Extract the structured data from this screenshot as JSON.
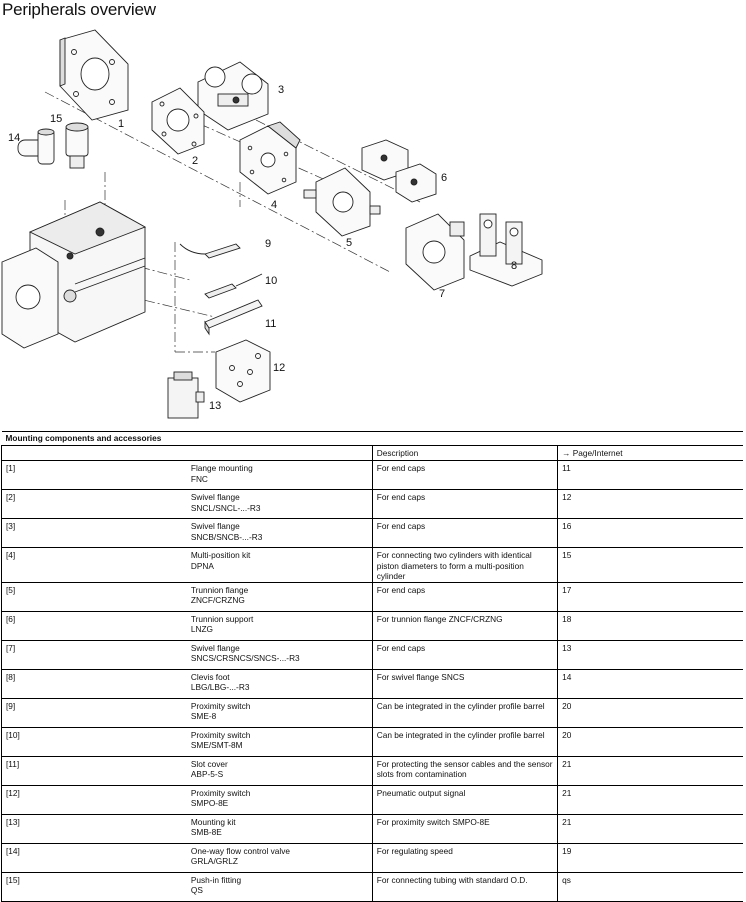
{
  "page": {
    "title": "Peripherals overview"
  },
  "diagram": {
    "callouts": [
      "1",
      "2",
      "3",
      "4",
      "5",
      "6",
      "7",
      "8",
      "9",
      "10",
      "11",
      "12",
      "13",
      "14",
      "15"
    ]
  },
  "table": {
    "caption": "Mounting components and accessories",
    "headers": {
      "description": "Description",
      "page": "→ Page/Internet"
    },
    "rows": [
      {
        "num": "[1]",
        "name": "Flange mounting",
        "code": "FNC",
        "description": "For end caps",
        "page": "11"
      },
      {
        "num": "[2]",
        "name": "Swivel flange",
        "code": "SNCL/SNCL-...-R3",
        "description": "For end caps",
        "page": "12"
      },
      {
        "num": "[3]",
        "name": "Swivel flange",
        "code": "SNCB/SNCB-...-R3",
        "description": "For end caps",
        "page": "16"
      },
      {
        "num": "[4]",
        "name": "Multi-position kit",
        "code": "DPNA",
        "description": "For connecting two cylinders with identical piston diameters to form a multi-position cylinder",
        "page": "15"
      },
      {
        "num": "[5]",
        "name": "Trunnion flange",
        "code": "ZNCF/CRZNG",
        "description": "For end caps",
        "page": "17"
      },
      {
        "num": "[6]",
        "name": "Trunnion support",
        "code": "LNZG",
        "description": "For trunnion flange ZNCF/CRZNG",
        "page": "18"
      },
      {
        "num": "[7]",
        "name": "Swivel flange",
        "code": "SNCS/CRSNCS/SNCS-...-R3",
        "description": "For end caps",
        "page": "13"
      },
      {
        "num": "[8]",
        "name": "Clevis foot",
        "code": "LBG/LBG-...-R3",
        "description": "For swivel flange SNCS",
        "page": "14"
      },
      {
        "num": "[9]",
        "name": "Proximity switch",
        "code": "SME-8",
        "description": "Can be integrated in the cylinder profile barrel",
        "page": "20"
      },
      {
        "num": "[10]",
        "name": "Proximity switch",
        "code": "SME/SMT-8M",
        "description": "Can be integrated in the cylinder profile barrel",
        "page": "20"
      },
      {
        "num": "[11]",
        "name": "Slot cover",
        "code": "ABP-5-S",
        "description": "For protecting the sensor cables and the sensor slots from contamination",
        "page": "21"
      },
      {
        "num": "[12]",
        "name": "Proximity switch",
        "code": "SMPO-8E",
        "description": "Pneumatic output signal",
        "page": "21"
      },
      {
        "num": "[13]",
        "name": "Mounting kit",
        "code": "SMB-8E",
        "description": "For proximity switch SMPO-8E",
        "page": "21"
      },
      {
        "num": "[14]",
        "name": "One-way flow control valve",
        "code": "GRLA/GRLZ",
        "description": "For regulating speed",
        "page": "19"
      },
      {
        "num": "[15]",
        "name": "Push-in fitting",
        "code": "QS",
        "description": "For connecting tubing with standard O.D.",
        "page": "qs"
      }
    ]
  }
}
